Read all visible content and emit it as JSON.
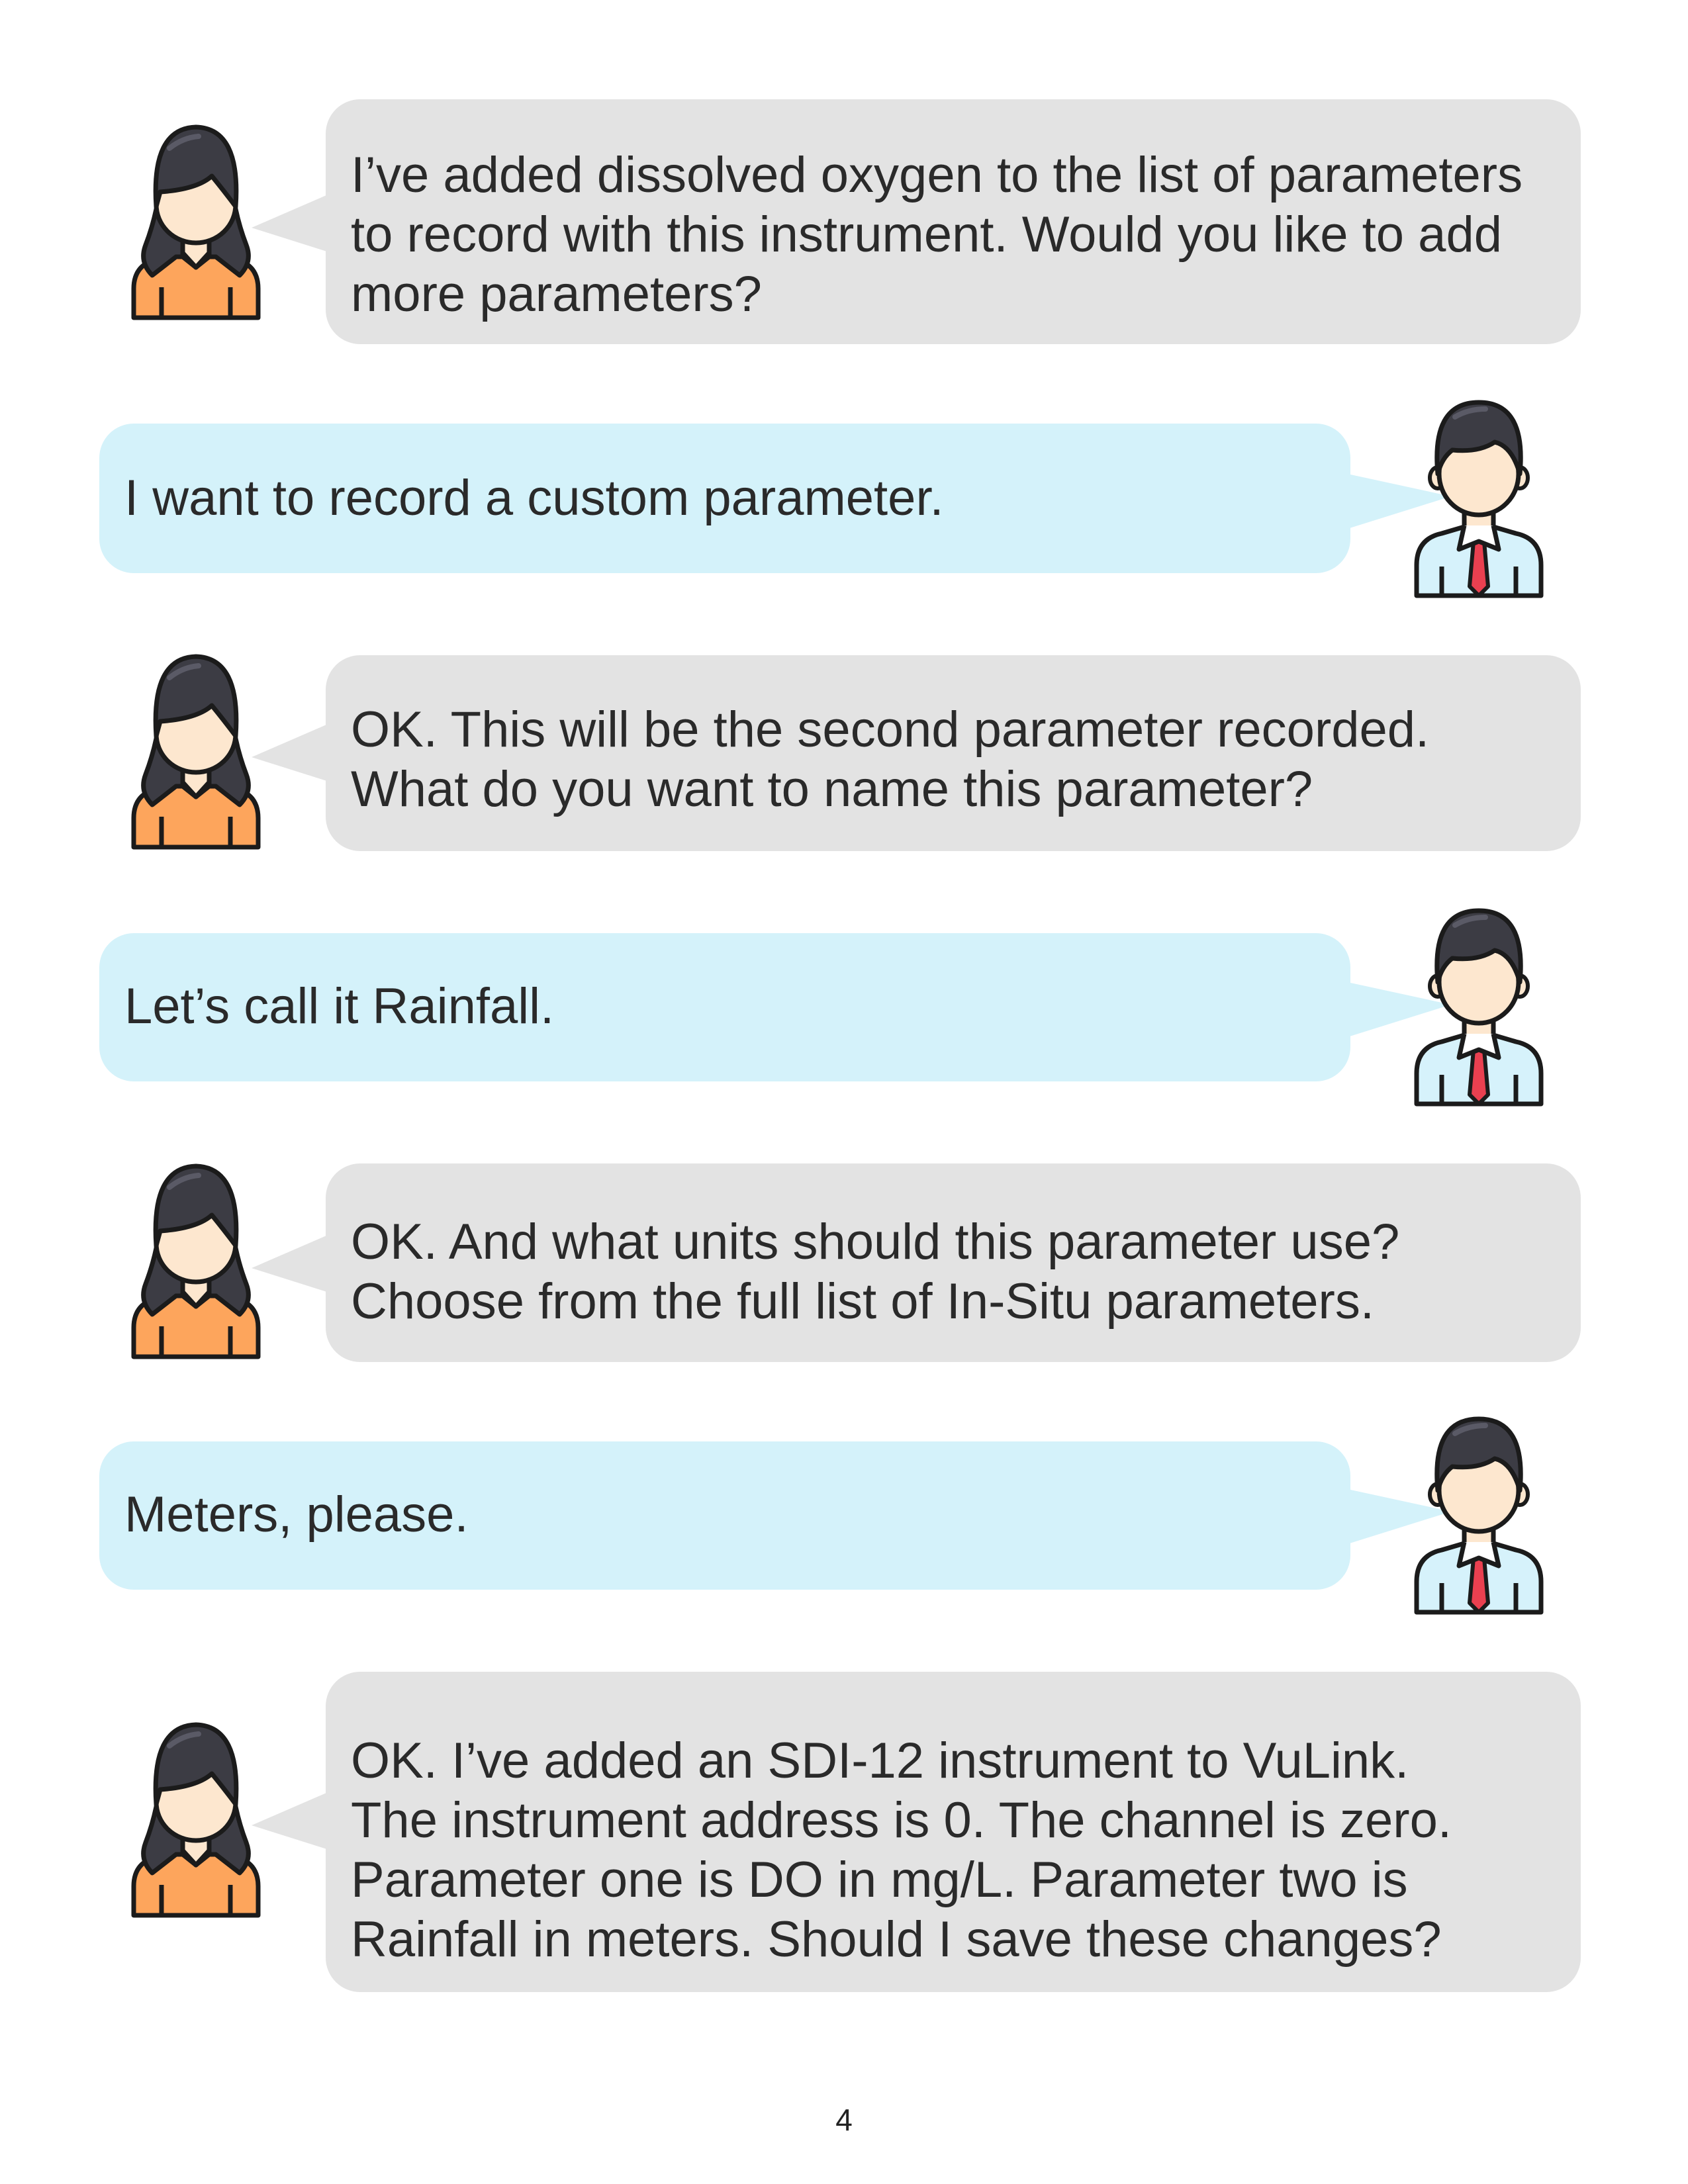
{
  "messages": [
    {
      "speaker": "assistant",
      "avatar": "woman-avatar-icon",
      "lines": [
        "I’ve added dissolved oxygen to the list of parameters",
        "to record with this instrument. Would you like to add",
        "more parameters?"
      ]
    },
    {
      "speaker": "user",
      "avatar": "man-avatar-icon",
      "lines": [
        "I want to record a custom parameter."
      ]
    },
    {
      "speaker": "assistant",
      "avatar": "woman-avatar-icon",
      "lines": [
        "OK. This will be the second parameter recorded.",
        "What do you want to name this parameter?"
      ]
    },
    {
      "speaker": "user",
      "avatar": "man-avatar-icon",
      "lines": [
        "Let’s call it Rainfall."
      ]
    },
    {
      "speaker": "assistant",
      "avatar": "woman-avatar-icon",
      "lines": [
        "OK. And what units should this parameter use?",
        "Choose from the full list of In-Situ parameters."
      ]
    },
    {
      "speaker": "user",
      "avatar": "man-avatar-icon",
      "lines": [
        "Meters, please."
      ]
    },
    {
      "speaker": "assistant",
      "avatar": "woman-avatar-icon",
      "lines": [
        "OK. I’ve added an SDI-12 instrument to VuLink.",
        "The instrument address is 0. The channel is zero.",
        "Parameter one is DO in mg/L. Parameter two is",
        "Rainfall in meters. Should I save these changes?"
      ]
    }
  ],
  "colors": {
    "assistant_bubble": "#e3e3e3",
    "user_bubble": "#d4f2fa",
    "text": "#2a2a2a"
  },
  "page_number": "4"
}
